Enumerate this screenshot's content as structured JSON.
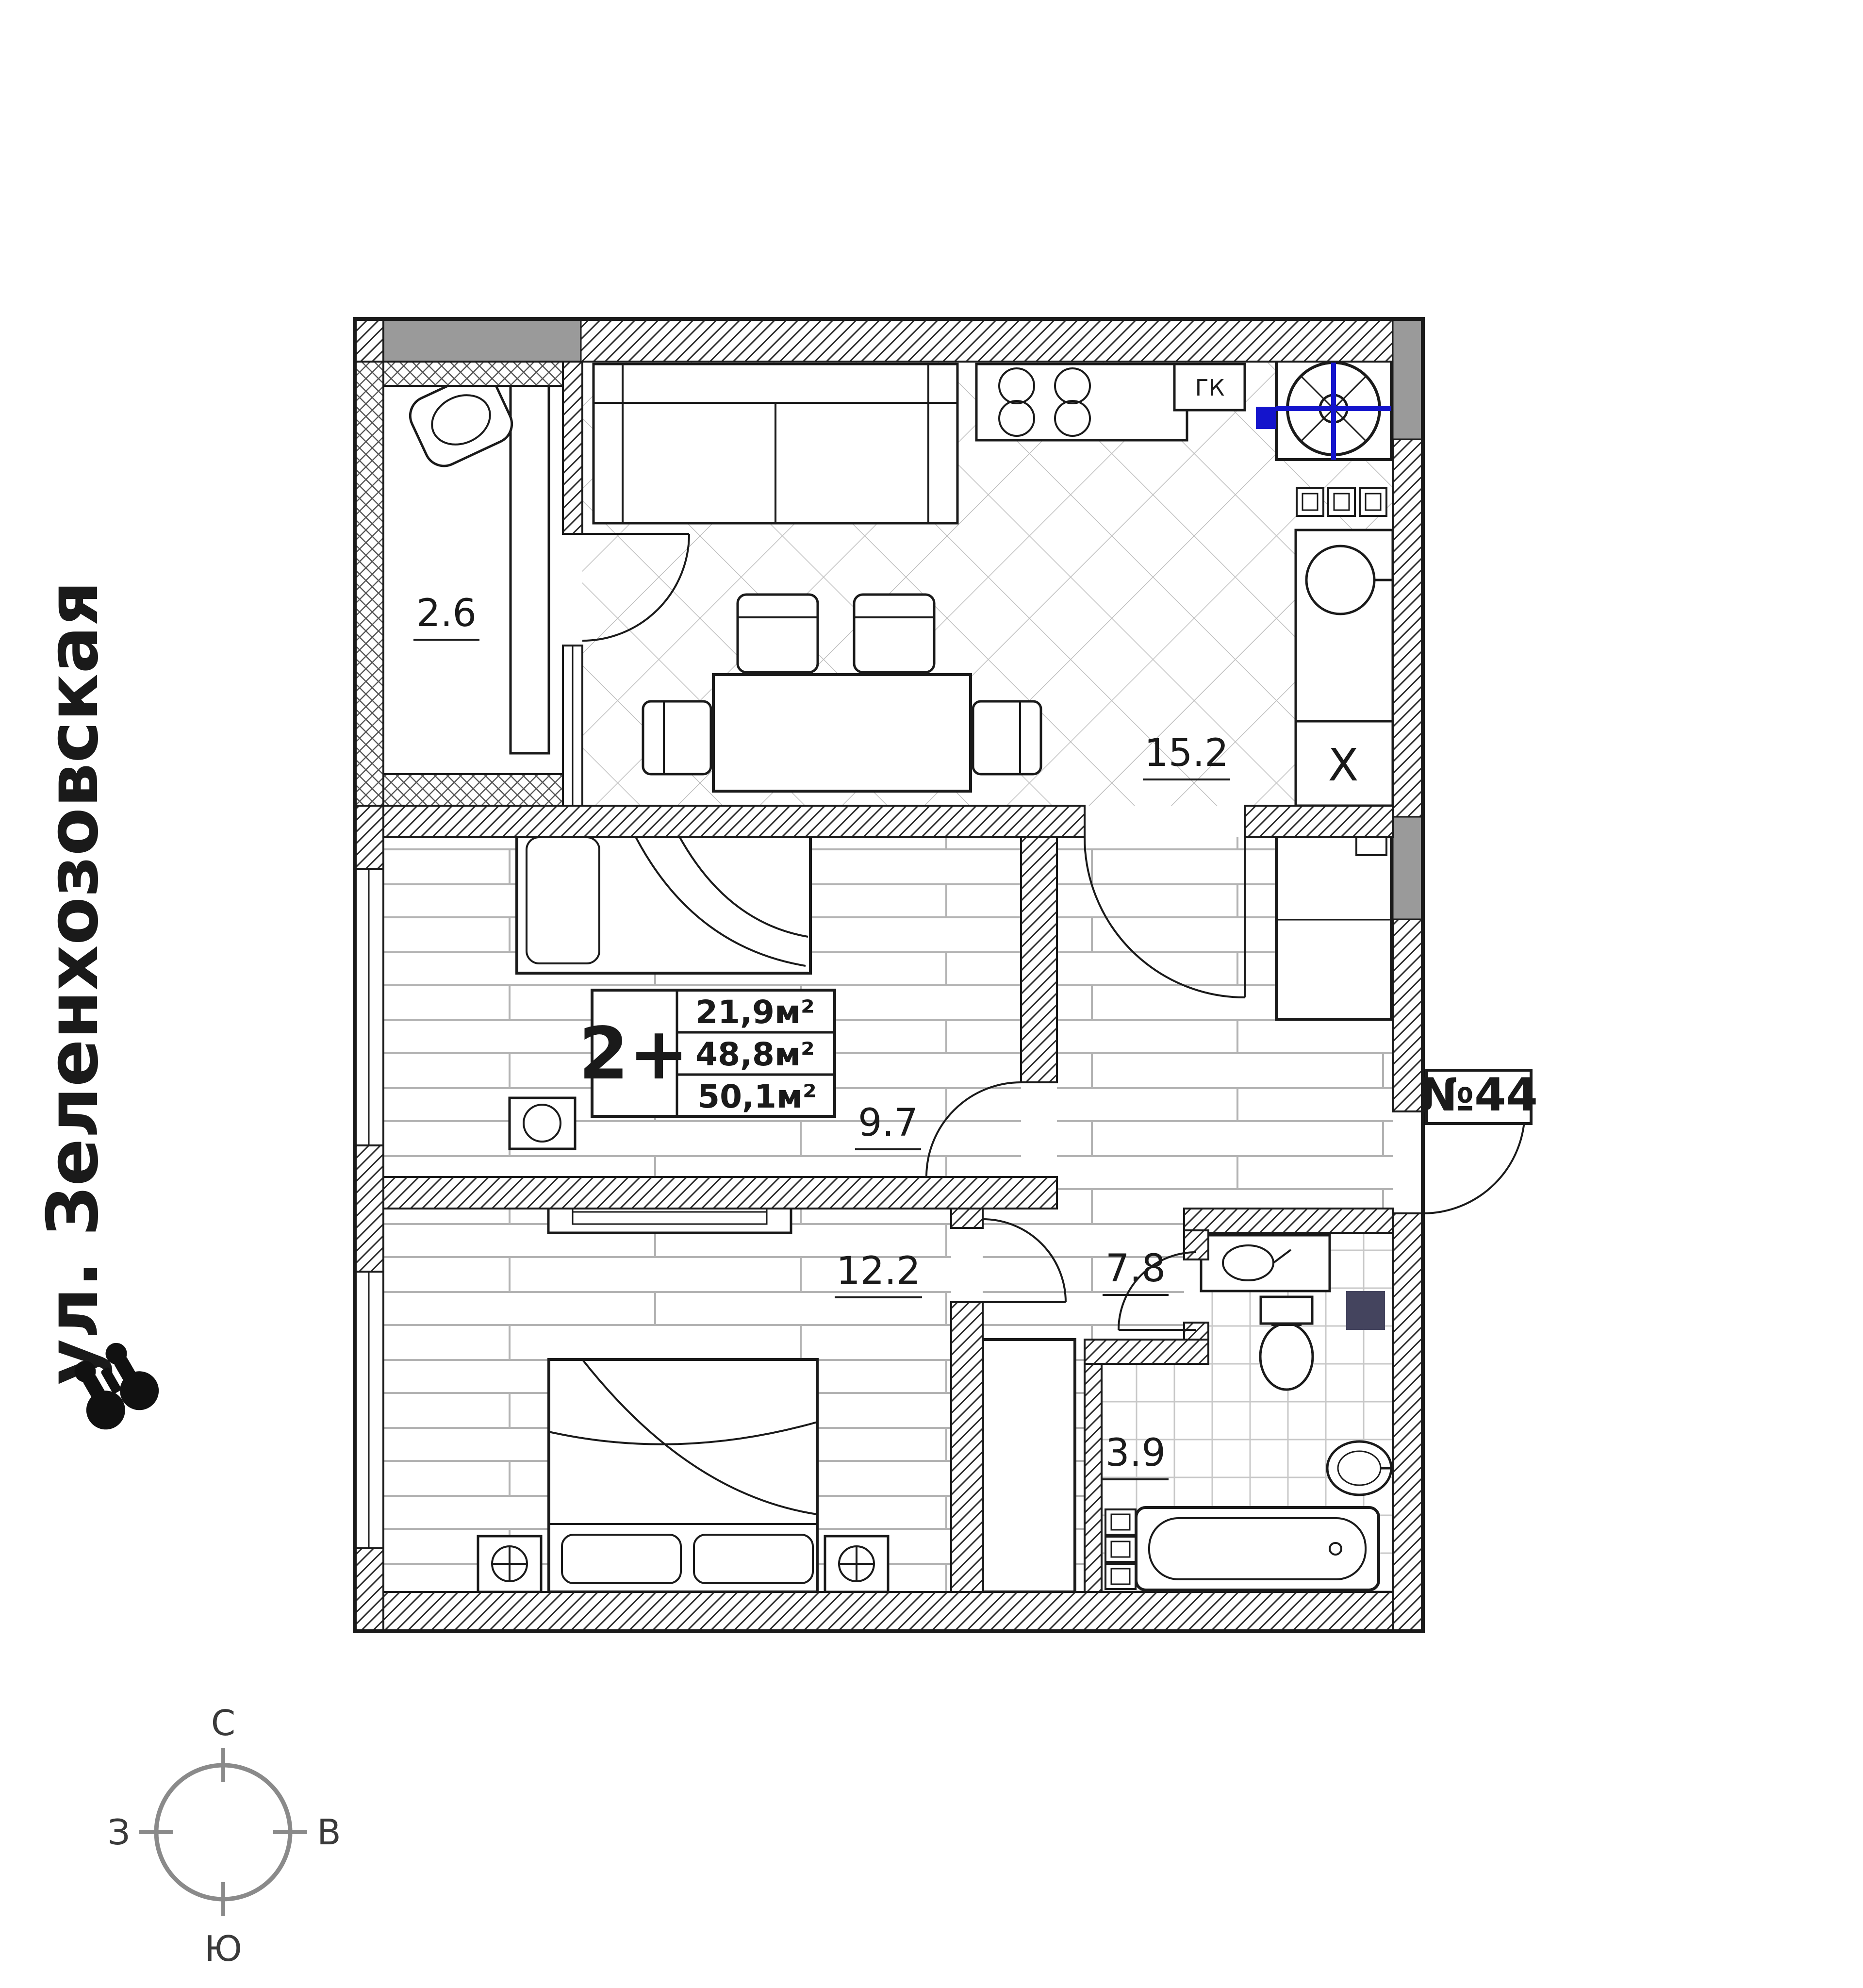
{
  "street": {
    "label": "ул. Зеленхозовская"
  },
  "apartment": {
    "number_label": "№44",
    "rooms_count_label": "2+",
    "area_living": "21,9м²",
    "area_usable": "48,8м²",
    "area_total": "50,1м²"
  },
  "rooms": {
    "balcony_area": "2.6",
    "kitchen_area": "15.2",
    "bedroom1_area": "9.7",
    "bedroom2_area": "12.2",
    "hallway_area": "7.8",
    "bathroom_area": "3.9"
  },
  "appliances": {
    "gas_label": "ГК",
    "fridge_label": "X"
  },
  "compass": {
    "north": "С",
    "south": "Ю",
    "west": "З",
    "east": "В"
  },
  "colors": {
    "accent_blue": "#1414cc",
    "wall_gray": "#9a9a9a",
    "dark_unit": "#44445e"
  }
}
